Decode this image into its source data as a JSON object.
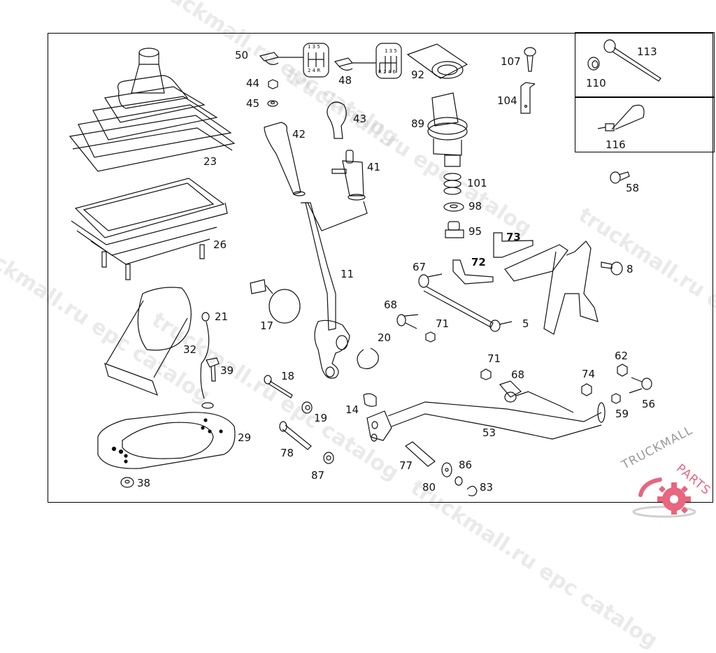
{
  "diagram": {
    "type": "exploded-parts-diagram",
    "subject": "Manual gearshift lever assembly",
    "callouts": [
      {
        "id": "p50",
        "label": "50"
      },
      {
        "id": "p44",
        "label": "44"
      },
      {
        "id": "p45",
        "label": "45"
      },
      {
        "id": "p48",
        "label": "48"
      },
      {
        "id": "p92",
        "label": "92"
      },
      {
        "id": "p107",
        "label": "107"
      },
      {
        "id": "p104",
        "label": "104"
      },
      {
        "id": "p113",
        "label": "113"
      },
      {
        "id": "p110",
        "label": "110"
      },
      {
        "id": "p116",
        "label": "116"
      },
      {
        "id": "p58",
        "label": "58"
      },
      {
        "id": "p23",
        "label": "23"
      },
      {
        "id": "p26",
        "label": "26"
      },
      {
        "id": "p43",
        "label": "43"
      },
      {
        "id": "p42",
        "label": "42"
      },
      {
        "id": "p41",
        "label": "41"
      },
      {
        "id": "p89",
        "label": "89"
      },
      {
        "id": "p101",
        "label": "101"
      },
      {
        "id": "p98",
        "label": "98"
      },
      {
        "id": "p95",
        "label": "95"
      },
      {
        "id": "p73",
        "label": "73"
      },
      {
        "id": "p72",
        "label": "72"
      },
      {
        "id": "p67",
        "label": "67"
      },
      {
        "id": "p8",
        "label": "8"
      },
      {
        "id": "p11",
        "label": "11"
      },
      {
        "id": "p68a",
        "label": "68"
      },
      {
        "id": "p71a",
        "label": "71"
      },
      {
        "id": "p5",
        "label": "5"
      },
      {
        "id": "p17",
        "label": "17"
      },
      {
        "id": "p20",
        "label": "20"
      },
      {
        "id": "p21",
        "label": "21"
      },
      {
        "id": "p32",
        "label": "32"
      },
      {
        "id": "p39",
        "label": "39"
      },
      {
        "id": "p18",
        "label": "18"
      },
      {
        "id": "p19",
        "label": "19"
      },
      {
        "id": "p14",
        "label": "14"
      },
      {
        "id": "p71b",
        "label": "71"
      },
      {
        "id": "p68b",
        "label": "68"
      },
      {
        "id": "p74",
        "label": "74"
      },
      {
        "id": "p62",
        "label": "62"
      },
      {
        "id": "p56",
        "label": "56"
      },
      {
        "id": "p59",
        "label": "59"
      },
      {
        "id": "p53",
        "label": "53"
      },
      {
        "id": "p29",
        "label": "29"
      },
      {
        "id": "p78",
        "label": "78"
      },
      {
        "id": "p87",
        "label": "87"
      },
      {
        "id": "p77",
        "label": "77"
      },
      {
        "id": "p86",
        "label": "86"
      },
      {
        "id": "p80",
        "label": "80"
      },
      {
        "id": "p83",
        "label": "83"
      },
      {
        "id": "p38",
        "label": "38"
      }
    ],
    "shift_patterns": {
      "five_speed": {
        "top": "1 3 5",
        "bottom": "2 4 R"
      },
      "six_speed": {
        "top": "1 3 5",
        "bottom": "R 2 4 6"
      }
    }
  },
  "watermarks": {
    "text": "truckmall.ru epc catalog"
  },
  "brand": {
    "name": "TRUCKMALLPARTS",
    "part1": "TRUCKMALL",
    "part2": "PARTS",
    "colors": {
      "accent": "#e8667f",
      "text_gray": "#9a9a9a"
    }
  }
}
